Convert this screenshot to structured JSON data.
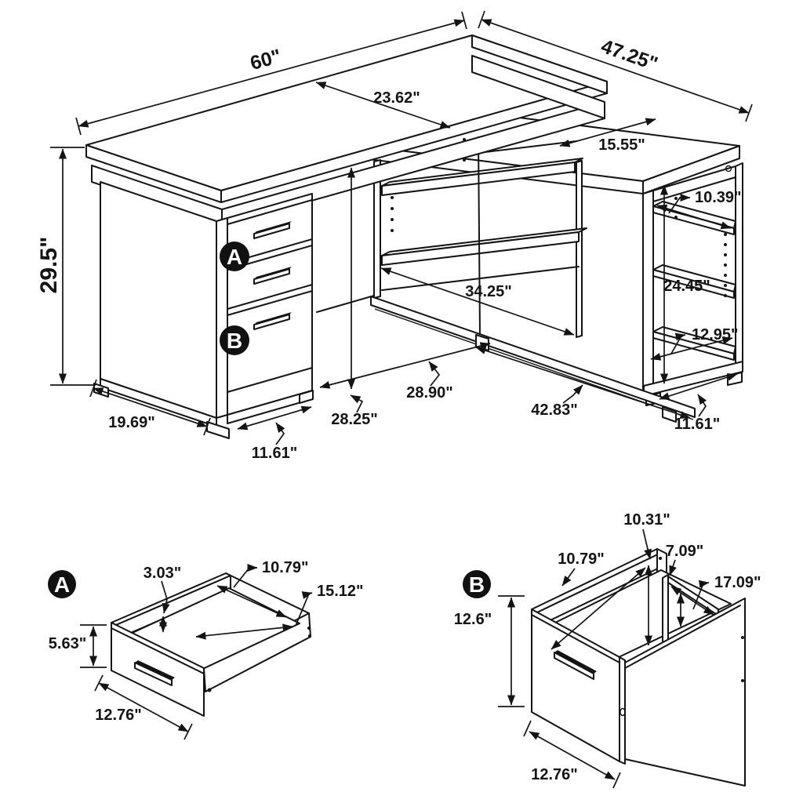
{
  "figure": {
    "kind": "furniture-assembly-dimension-diagram",
    "subject": "L-shaped desk with drawer pedestal, open shelves and side bookcase",
    "background_color": "#ffffff",
    "line_color": "#141414",
    "badge_fill": "#111111",
    "badge_text_color": "#ffffff"
  },
  "views": {
    "main": {
      "name": "desk-isometric-overview",
      "badges": {
        "a": "A",
        "b": "B"
      },
      "dims": {
        "top_length": "60\"",
        "wing_length": "47.25\"",
        "desktop_depth": "23.62\"",
        "wing_depth": "15.55\"",
        "height": "29.5\"",
        "shelf_top_depth": "10.39\"",
        "shelf_section_height": "24.45\"",
        "shelf_bottom_depth": "12.95\"",
        "kneehole_shelf_width": "34.25\"",
        "kneehole_width": "28.90\"",
        "wing_base_length": "42.83\"",
        "kneehole_height": "28.25\"",
        "pedestal_depth": "19.69\"",
        "pedestal_width": "11.61\"",
        "bookcase_width": "11.61\""
      }
    },
    "detail_a": {
      "badge": "A",
      "name": "small-drawer-detail",
      "dims": {
        "rail_height": "3.03\"",
        "inner_depth": "10.79\"",
        "inner_width": "15.12\"",
        "front_height": "5.63\"",
        "front_width": "12.76\""
      }
    },
    "detail_b": {
      "badge": "B",
      "name": "file-drawer-detail",
      "dims": {
        "back_height": "10.31\"",
        "inner_depth": "10.79\"",
        "rail_height": "7.09\"",
        "rail_length": "17.09\"",
        "front_height": "12.6\"",
        "front_width": "12.76\""
      }
    }
  }
}
